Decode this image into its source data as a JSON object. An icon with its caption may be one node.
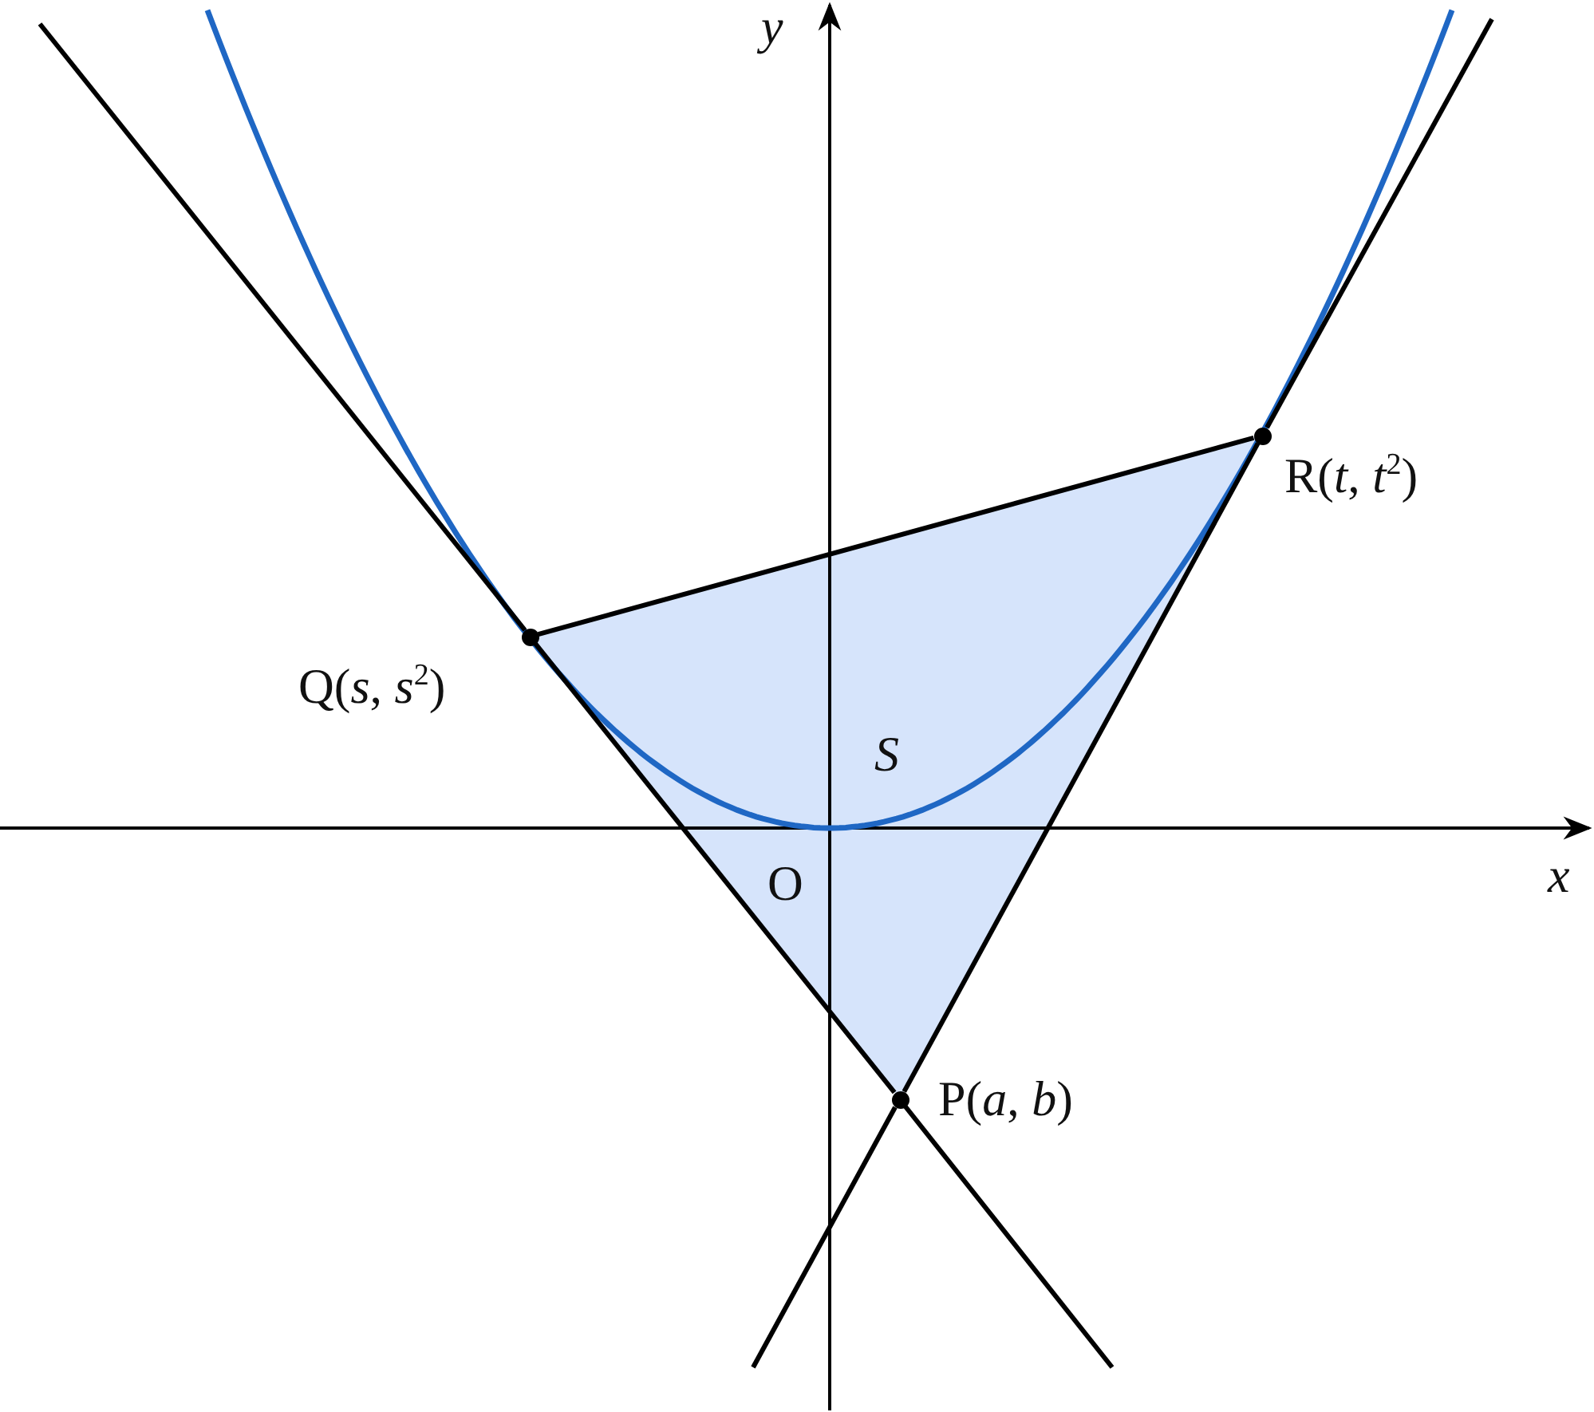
{
  "diagram": {
    "nodes": [
      {
        "text": [],
        "shape": "circle",
        "beside": [
          "P(*a*, *b*)"
        ]
      },
      {
        "text": [],
        "shape": "circle",
        "beside": [
          "Q(*s*, *s*$^{2}$)"
        ]
      },
      {
        "text": [],
        "shape": "circle",
        "beside": [
          "R(*t*, *t*$^{2}$)"
        ]
      }
    ],
    "edges": [
      {
        "from": 1,
        "to": 0,
        "arrow": "none"
      },
      {
        "from": 1,
        "to": 2,
        "arrow": "none"
      },
      {
        "from": 0,
        "to": 2,
        "arrow": "none"
      }
    ],
    "labels": [
      "*y*",
      "*S*",
      "*x*",
      "O"
    ]
  }
}
